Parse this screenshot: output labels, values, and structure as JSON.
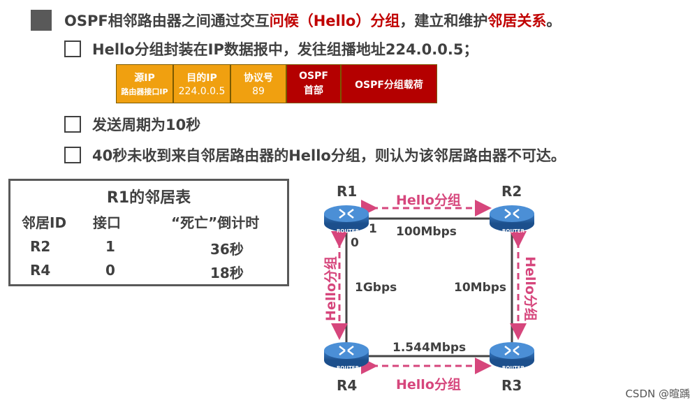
{
  "bullets": {
    "main_prefix": "OSPF相邻路由器之间通过交互",
    "main_red1": "问候（Hello）分组",
    "main_mid": "，建立和维护",
    "main_red2": "邻居关系",
    "main_end": "。",
    "sub1": "Hello分组封装在IP数据报中，发往组播地址224.0.0.5；",
    "sub2": "发送周期为10秒",
    "sub3": "40秒未收到来自邻居路由器的Hello分组，则认为该邻居路由器不可达。"
  },
  "packet": {
    "src_title": "源IP",
    "src_sub": "路由器接口IP",
    "dst_title": "目的IP",
    "dst_sub": "224.0.0.5",
    "proto_title": "协议号",
    "proto_sub": "89",
    "ospf_l1": "OSPF",
    "ospf_l2": "首部",
    "payload": "OSPF分组载荷"
  },
  "neighbor_table": {
    "title": "R1的邻居表",
    "headers": [
      "邻居ID",
      "接口",
      "“死亡”倒计时"
    ],
    "rows": [
      {
        "id": "R2",
        "iface": "1",
        "timer": "36秒"
      },
      {
        "id": "R4",
        "iface": "0",
        "timer": "18秒"
      }
    ]
  },
  "topology": {
    "routers": [
      "R1",
      "R2",
      "R3",
      "R4"
    ],
    "router_tag": "ROUTER",
    "hello": "Hello分组",
    "link_r1_r2": "100Mbps",
    "link_r1_r4": "1Gbps",
    "link_r2_r3": "10Mbps",
    "link_r4_r3": "1.544Mbps",
    "r1_iface_1": "1",
    "r1_iface_0": "0"
  },
  "colors": {
    "accent_red": "#c00000",
    "orange": "#f0a010",
    "pink": "#d6467c",
    "gray": "#404040"
  },
  "credit": "CSDN @暄踽"
}
